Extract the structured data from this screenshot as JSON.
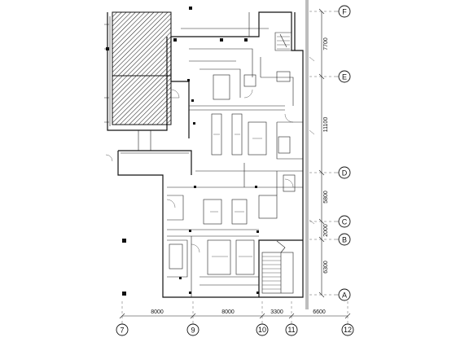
{
  "plan": {
    "horizontal_dimensions": [
      "8000",
      "8000",
      "3300",
      "6600"
    ],
    "vertical_dimensions": [
      "7700",
      "11100",
      "5800",
      "2000",
      "6300"
    ],
    "column_axes": [
      "7",
      "9",
      "10",
      "11",
      "12"
    ],
    "row_axes": [
      "F",
      "E",
      "D",
      "C",
      "B",
      "A"
    ]
  }
}
